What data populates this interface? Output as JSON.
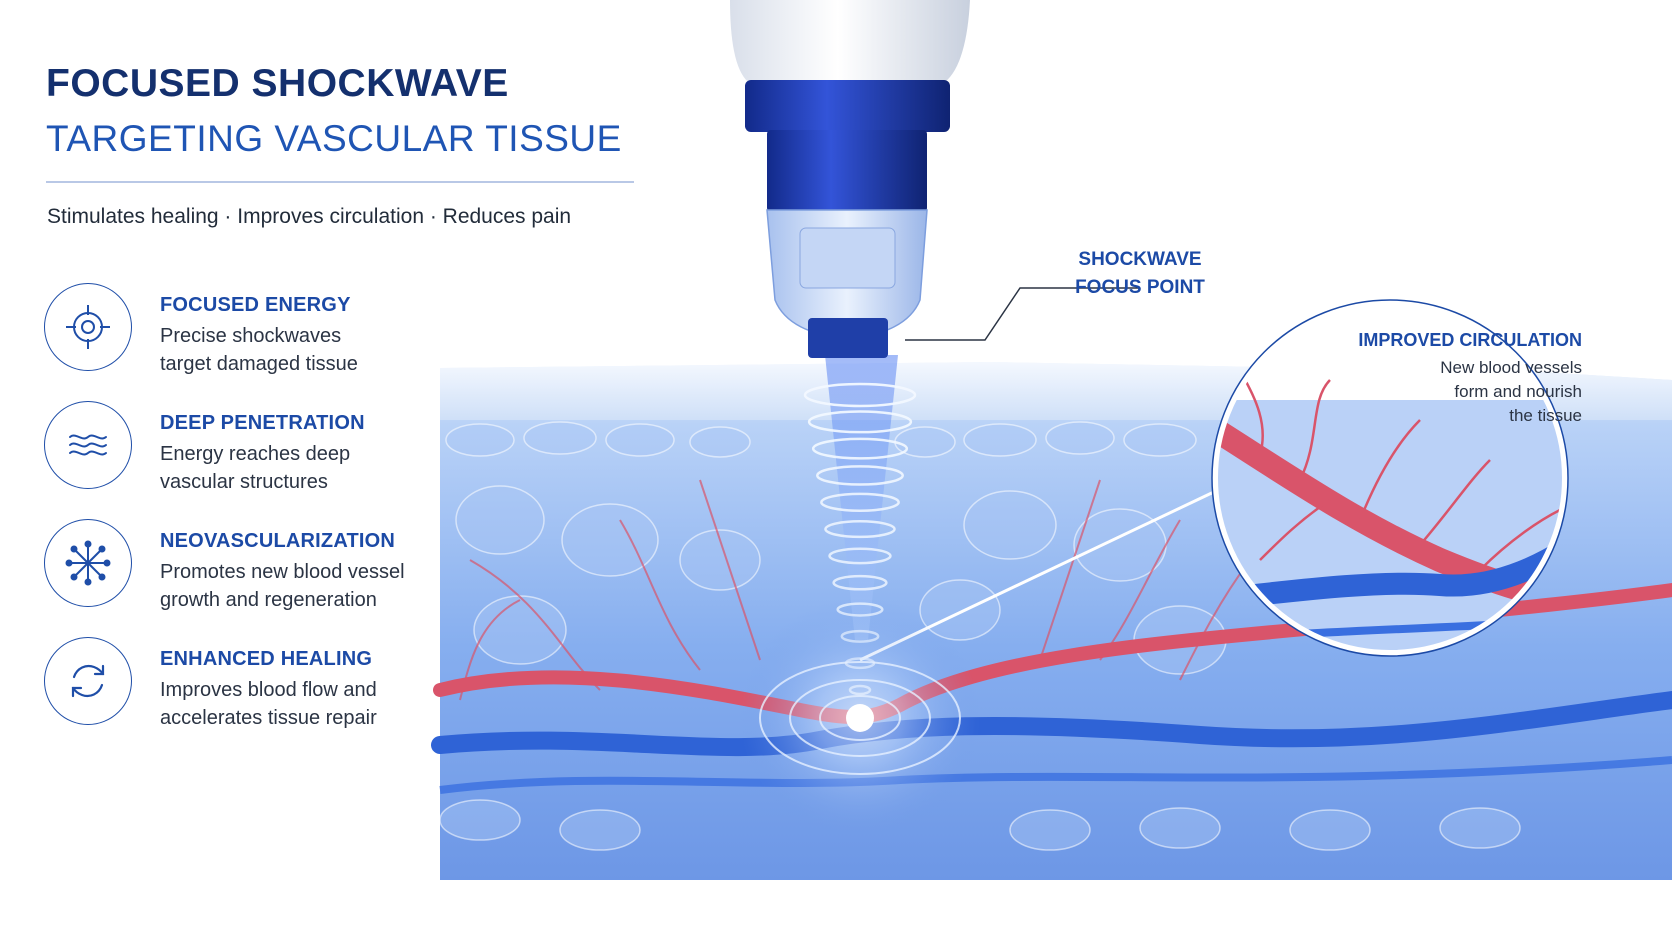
{
  "header": {
    "title": "FOCUSED SHOCKWAVE",
    "subtitle": "TARGETING VASCULAR TISSUE",
    "tagline": "Stimulates healing · Improves circulation · Reduces pain"
  },
  "features": [
    {
      "icon": "crosshair-icon",
      "title": "FOCUSED ENERGY",
      "line1": "Precise shockwaves",
      "line2": "target damaged tissue"
    },
    {
      "icon": "waves-icon",
      "title": "DEEP PENETRATION",
      "line1": "Energy reaches deep",
      "line2": "vascular structures"
    },
    {
      "icon": "branching-vessels-icon",
      "title": "NEOVASCULARIZATION",
      "line1": "Promotes new blood vessel",
      "line2": "growth and regeneration"
    },
    {
      "icon": "circular-arrows-icon",
      "title": "ENHANCED HEALING",
      "line1": "Improves blood flow and",
      "line2": "accelerates tissue repair"
    }
  ],
  "callouts": {
    "focus_line1": "SHOCKWAVE",
    "focus_line2": "FOCUS POINT",
    "zoom_title": "IMPROVED CIRCULATION",
    "zoom_line1": "New blood vessels",
    "zoom_line2": "form and nourish",
    "zoom_line3": "the tissue"
  },
  "colors": {
    "title_navy": "#14306e",
    "accent_blue": "#1c4aa6",
    "artery_red": "#d9546a",
    "vein_blue": "#2f63d6",
    "tissue_blue": "#7ea8f0"
  }
}
